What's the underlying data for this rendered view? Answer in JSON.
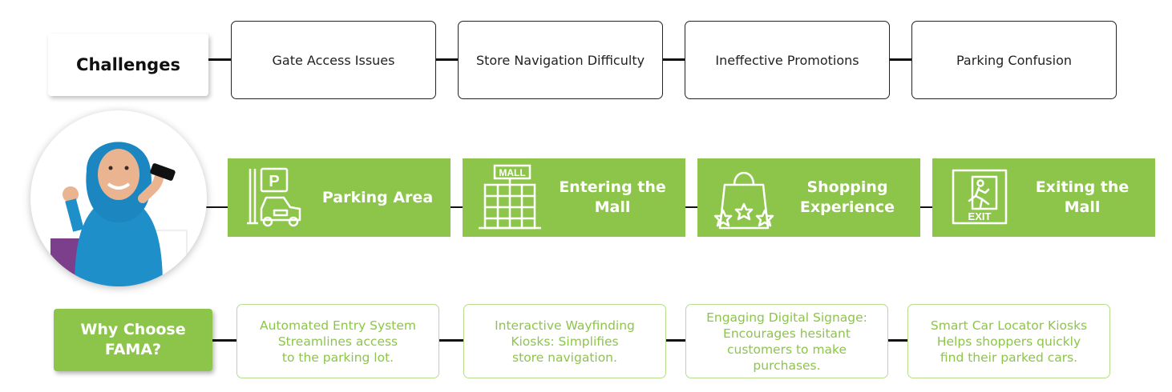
{
  "challenges": {
    "label": "Challenges",
    "items": [
      "Gate Access Issues",
      "Store Navigation Difficulty",
      "Ineffective Promotions",
      "Parking Confusion"
    ]
  },
  "journey": {
    "stages": [
      {
        "label": "Parking Area",
        "icon": "parking-car-icon"
      },
      {
        "label": "Entering the\nMall",
        "icon": "mall-building-icon",
        "sign_text": "MALL"
      },
      {
        "label": "Shopping\nExperience",
        "icon": "shopping-bag-stars-icon"
      },
      {
        "label": "Exiting the\nMall",
        "icon": "exit-sign-icon",
        "sign_text": "EXIT"
      }
    ],
    "parking_sign_letter": "P"
  },
  "why": {
    "label": "Why Choose\nFAMA?",
    "solutions": [
      "Automated Entry System\nStreamlines access\nto the parking lot.",
      "Interactive Wayfinding\nKiosks: Simplifies\nstore navigation.",
      "Engaging Digital Signage:\nEncourages hesitant\ncustomers to make\npurchases.",
      "Smart Car Locator Kiosks\nHelps shoppers quickly\nfind their parked cars."
    ]
  },
  "colors": {
    "accent_green": "#8dc54b",
    "light_green_border": "#b6dc8c",
    "text_dark": "#222222"
  }
}
